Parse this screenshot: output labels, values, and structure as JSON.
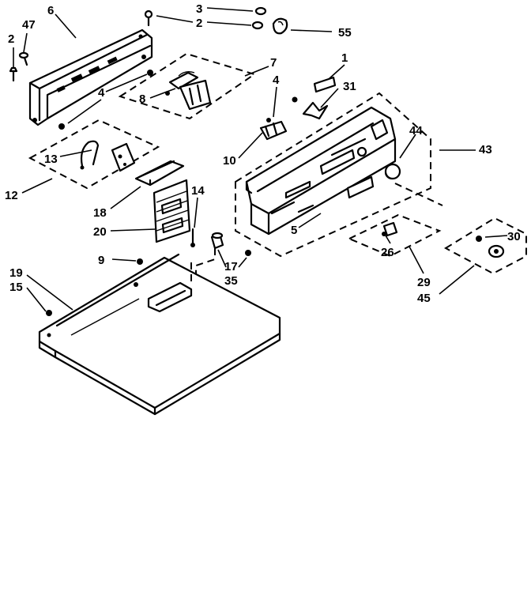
{
  "diagram": {
    "callouts": {
      "c3": "3",
      "c2_top": "2",
      "c55": "55",
      "c2_left": "2",
      "c47": "47",
      "c6": "6",
      "c7": "7",
      "c1": "1",
      "c4_left": "4",
      "c8": "8",
      "c4_mid": "4",
      "c31": "31",
      "c44": "44",
      "c43": "43",
      "c13": "13",
      "c10": "10",
      "c12": "12",
      "c14": "14",
      "c18": "18",
      "c20": "20",
      "c5": "5",
      "c30": "30",
      "c26": "26",
      "c9": "9",
      "c17": "17",
      "c35": "35",
      "c19": "19",
      "c15": "15",
      "c29": "29",
      "c45": "45"
    }
  }
}
